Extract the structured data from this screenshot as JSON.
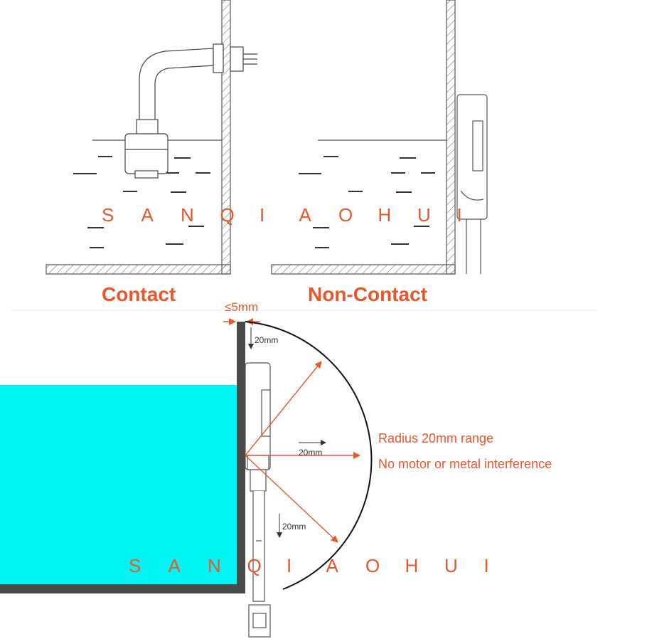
{
  "labels": {
    "contact": "Contact",
    "non_contact": "Non-Contact",
    "wall_gap": "≤5mm",
    "dim_top": "20mm",
    "dim_middle": "20mm",
    "dim_bottom": "20mm",
    "note_radius": "Radius 20mm range",
    "note_interference": "No motor or metal interference"
  },
  "watermark": {
    "letters": [
      "S",
      "A",
      "N",
      "Q",
      "I",
      "A",
      "O",
      "H",
      "U",
      "I"
    ]
  },
  "colors": {
    "accent": "#e8572a",
    "water": "#00f5f5",
    "wall": "#4a4a4a",
    "line": "#555555"
  }
}
